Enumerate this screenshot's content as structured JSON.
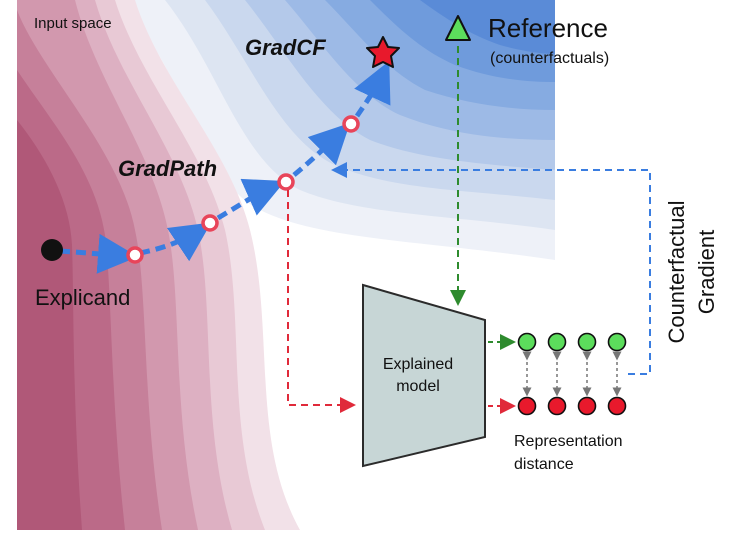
{
  "labels": {
    "input_space": "Input space",
    "reference": "Reference",
    "reference_sub": "(counterfactuals)",
    "gradcf": "GradCF",
    "gradpath": "GradPath",
    "explicand": "Explicand",
    "model_line1": "Explained",
    "model_line2": "model",
    "cf_gradient_line1": "Counterfactual",
    "cf_gradient_line2": "Gradient",
    "rep_line1": "Representation",
    "rep_line2": "distance"
  },
  "colors": {
    "red_region": "#b94a6b",
    "blue_region": "#4a86d8",
    "path_blue": "#3a7de0",
    "path_point": "#e8455a",
    "green_arrow": "#2e8b2e",
    "red_arrow": "#e02a3a",
    "cf_gradient_arrow": "#3a7de0",
    "model_fill": "#c7d6d6",
    "green_nodes": "#5cdd5c",
    "red_nodes": "#e8192c",
    "star": "#e8192c",
    "triangle": "#5cdd5c"
  },
  "icons": {
    "reference": "triangle-icon",
    "gradcf": "star-icon",
    "explicand": "circle-icon"
  }
}
